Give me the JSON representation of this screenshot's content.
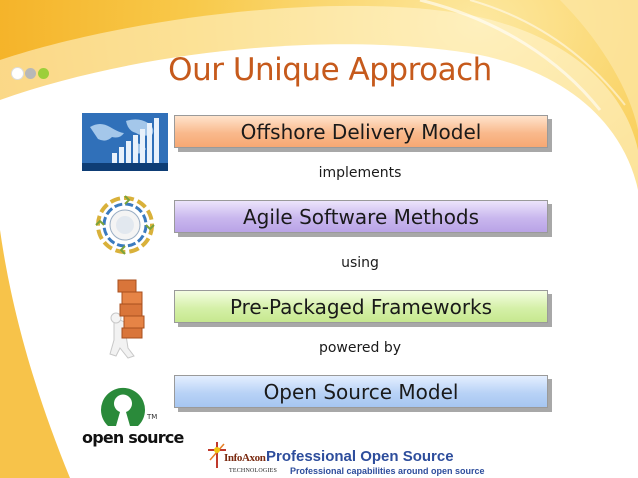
{
  "slide": {
    "title": "Our Unique Approach",
    "steps": [
      {
        "label": "Offshore Delivery Model",
        "icon": "world-map-bar-chart-image"
      },
      {
        "label": "Agile Software Methods",
        "icon": "agile-cycle-diagram-image"
      },
      {
        "label": "Pre-Packaged Frameworks",
        "icon": "figure-carrying-boxes-image"
      },
      {
        "label": "Open Source Model",
        "icon": "open-source-logo"
      }
    ],
    "connectors": [
      "implements",
      "using",
      "powered by"
    ],
    "open_source_logo_text": "open source",
    "open_source_tm": "TM"
  },
  "footer": {
    "company": "InfoAxon",
    "company_sub": "TECHNOLOGIES",
    "tagline_title": "Professional Open Source",
    "tagline_sub": "Professional capabilities around open source"
  },
  "colors": {
    "title": "#c65a1c",
    "background_swoosh": "#f6b82a",
    "box_offshore": "#f9b98c",
    "box_agile": "#c9b7ee",
    "box_frameworks": "#d5f0a8",
    "box_opensource": "#b8d2f6",
    "brand_blue": "#2d4d9c",
    "open_source_green": "#2a8a3a"
  }
}
